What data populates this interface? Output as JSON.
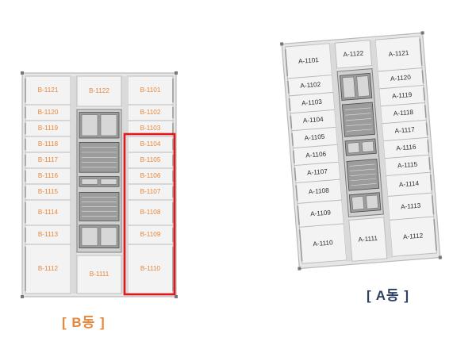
{
  "colors": {
    "b_label": "#e8873a",
    "a_label": "#2a2a2a",
    "b_caption": "#e8873a",
    "a_caption": "#2d3f63",
    "highlight": "#e0181b",
    "unit_fill": "#f3f3f3",
    "frame": "#b9b9b9",
    "core": "#7d7d7d",
    "core_dark": "#4a4a4a"
  },
  "building_b": {
    "caption": "[ B동 ]",
    "left_units": [
      "B-1121",
      "B-1120",
      "B-1119",
      "B-1118",
      "B-1117",
      "B-1116",
      "B-1115",
      "B-1114",
      "B-1113",
      "B-1112"
    ],
    "top_unit": "B-1122",
    "bottom_unit": "B-1111",
    "right_units": [
      "B-1101",
      "B-1102",
      "B-1103",
      "B-1104",
      "B-1105",
      "B-1106",
      "B-1107",
      "B-1108",
      "B-1109",
      "B-1110"
    ]
  },
  "building_a": {
    "caption": "[ A동 ]",
    "left_units": [
      "A-1101",
      "A-1102",
      "A-1103",
      "A-1104",
      "A-1105",
      "A-1106",
      "A-1107",
      "A-1108",
      "A-1109",
      "A-1110"
    ],
    "top_unit": "A-1122",
    "bottom_unit": "A-1111",
    "right_units": [
      "A-1121",
      "A-1120",
      "A-1119",
      "A-1118",
      "A-1117",
      "A-1116",
      "A-1115",
      "A-1114",
      "A-1113",
      "A-1112"
    ]
  }
}
